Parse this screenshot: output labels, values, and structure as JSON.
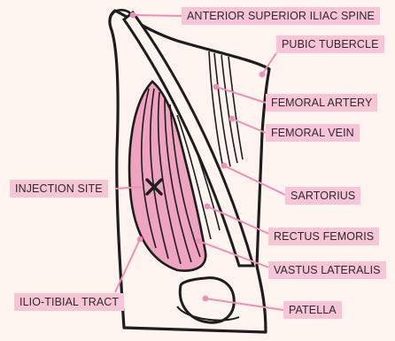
{
  "diagram": {
    "colors": {
      "background": "#fdf3ef",
      "outline": "#1d1d1d",
      "muscle": "#eea3bf",
      "muscle_light": "#f4b6cc",
      "label_bg": "#f7c5d7",
      "leader": "#f08fb5"
    },
    "labels": {
      "asis": "ANTERIOR SUPERIOR ILIAC SPINE",
      "pubic_tubercle": "PUBIC TUBERCLE",
      "femoral_artery": "FEMORAL ARTERY",
      "femoral_vein": "FEMORAL VEIN",
      "injection_site": "INJECTION SITE",
      "sartorius": "SARTORIUS",
      "rectus_femoris": "RECTUS FEMORIS",
      "vastus_lateralis": "VASTUS LATERALIS",
      "iliotibial_tract": "ILIO-TIBIAL TRACT",
      "patella": "PATELLA"
    },
    "icons": {
      "injection_marker": "x-mark-icon"
    }
  }
}
